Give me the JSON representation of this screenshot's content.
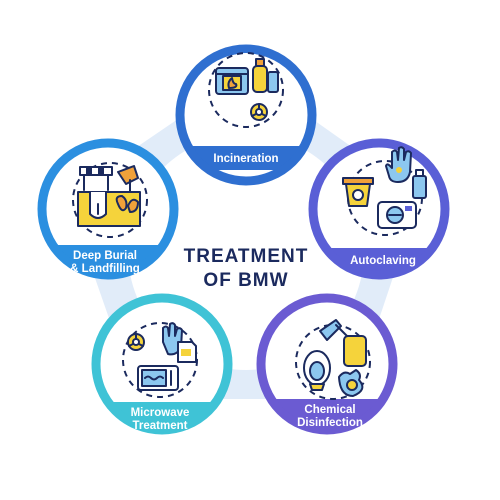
{
  "title": {
    "line1": "TREATMENT",
    "line2": "OF BMW"
  },
  "colors": {
    "navy": "#1b2a5e",
    "incineration": "#2f6fd0",
    "autoclaving": "#5a5fd6",
    "chemical": "#6b5bd2",
    "microwave": "#3fc3d6",
    "deep_burial": "#2b8fe0",
    "connector": "#c9ddf5",
    "icon_yellow": "#f5d33b",
    "icon_orange": "#f0a13a",
    "icon_blue": "#8cc7ef"
  },
  "nodes": [
    {
      "id": "incineration",
      "label_lines": [
        "Incineration"
      ],
      "icons": [
        "incinerator-icon",
        "gas-cylinder-icon",
        "biohazard-icon"
      ]
    },
    {
      "id": "autoclaving",
      "label_lines": [
        "Autoclaving"
      ],
      "icons": [
        "glove-icon",
        "biohazard-bin-icon",
        "bottle-icon",
        "autoclave-icon"
      ]
    },
    {
      "id": "chemical",
      "label_lines": [
        "Chemical",
        "Disinfection"
      ],
      "icons": [
        "spray-nozzle-icon",
        "toilet-icon",
        "chemical-container-icon",
        "biohazard-bag-icon"
      ]
    },
    {
      "id": "microwave",
      "label_lines": [
        "Microwave",
        "Treatment"
      ],
      "icons": [
        "biohazard-icon",
        "glove-icon",
        "document-icon",
        "microwave-oven-icon"
      ]
    },
    {
      "id": "deep_burial",
      "label_lines": [
        "Deep Burial",
        "& Landfilling"
      ],
      "icons": [
        "barrier-icon",
        "excavator-icon",
        "burial-pit-icon",
        "organ-icon"
      ]
    }
  ]
}
